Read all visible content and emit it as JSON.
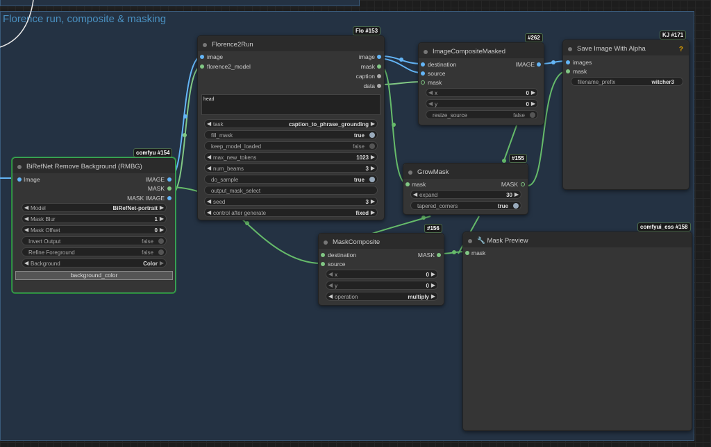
{
  "group": {
    "title": "Florence run, composite & masking"
  },
  "colors": {
    "wire_blue": "#64b5f6",
    "wire_green": "#66bb6a",
    "group_bg": "#243243",
    "selected": "#3aa75a"
  },
  "nodes": {
    "birefnet": {
      "title": "BiRefNet Remove Background (RMBG)",
      "badge": "comfyu #154",
      "inputs": [
        "Image"
      ],
      "outputs": [
        "IMAGE",
        "MASK",
        "MASK IMAGE"
      ],
      "widgets": [
        {
          "label": "Model",
          "value": "BiRefNet-portrait"
        },
        {
          "label": "Mask Blur",
          "value": "1"
        },
        {
          "label": "Mask Offset",
          "value": "0"
        },
        {
          "label": "Invert Output",
          "value": "false"
        },
        {
          "label": "Refine Foreground",
          "value": "false"
        },
        {
          "label": "Background",
          "value": "Color"
        }
      ],
      "button": "background_color"
    },
    "florence": {
      "title": "Florence2Run",
      "badge": "Flo #153",
      "inputs": [
        "image",
        "florence2_model"
      ],
      "outputs": [
        "image",
        "mask",
        "caption",
        "data"
      ],
      "text_value": "head",
      "widgets": [
        {
          "label": "task",
          "value": "caption_to_phrase_grounding"
        },
        {
          "label": "fill_mask",
          "value": "true"
        },
        {
          "label": "keep_model_loaded",
          "value": "false"
        },
        {
          "label": "max_new_tokens",
          "value": "1023"
        },
        {
          "label": "num_beams",
          "value": "3"
        },
        {
          "label": "do_sample",
          "value": "true"
        },
        {
          "label": "output_mask_select",
          "value": ""
        },
        {
          "label": "seed",
          "value": "3"
        },
        {
          "label": "control after generate",
          "value": "fixed"
        }
      ]
    },
    "composite_masked": {
      "title": "ImageCompositeMasked",
      "badge": "#262",
      "inputs": [
        "destination",
        "source",
        "mask"
      ],
      "outputs": [
        "IMAGE"
      ],
      "widgets": [
        {
          "label": "x",
          "value": "0"
        },
        {
          "label": "y",
          "value": "0"
        },
        {
          "label": "resize_source",
          "value": "false"
        }
      ]
    },
    "save_alpha": {
      "title": "Save Image With Alpha",
      "badge": "KJ #171",
      "help": "?",
      "inputs": [
        "images",
        "mask"
      ],
      "widgets": [
        {
          "label": "filename_prefix",
          "value": "witcher3"
        }
      ]
    },
    "growmask": {
      "title": "GrowMask",
      "badge": "#155",
      "inputs": [
        "mask"
      ],
      "outputs": [
        "MASK"
      ],
      "widgets": [
        {
          "label": "expand",
          "value": "30"
        },
        {
          "label": "tapered_corners",
          "value": "true"
        }
      ]
    },
    "maskcomposite": {
      "title": "MaskComposite",
      "badge": "#156",
      "inputs": [
        "destination",
        "source"
      ],
      "outputs": [
        "MASK"
      ],
      "widgets": [
        {
          "label": "x",
          "value": "0"
        },
        {
          "label": "y",
          "value": "0"
        },
        {
          "label": "operation",
          "value": "multiply"
        }
      ]
    },
    "maskpreview": {
      "title": "Mask Preview",
      "badge": "comfyui_ess #158",
      "inputs": [
        "mask"
      ]
    }
  }
}
